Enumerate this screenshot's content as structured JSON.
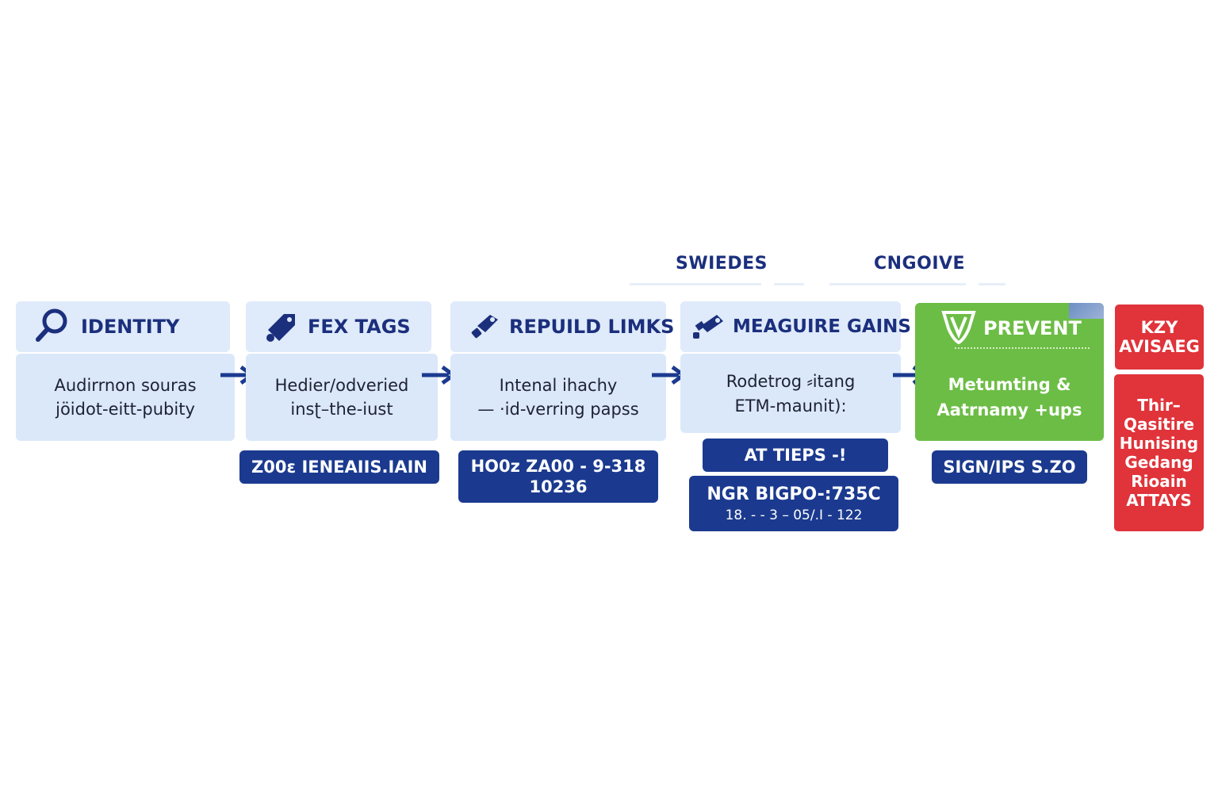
{
  "colors": {
    "navy": "#1b2f7d",
    "card_bg": "#dbe8fa",
    "badge_bg": "#1b3a8f",
    "prevent_green": "#6cbd45",
    "alert_red": "#e0333a"
  },
  "section_labels": {
    "left": "SWIEDES",
    "right": "CNGOIVE"
  },
  "steps": [
    {
      "icon": "magnifier-icon",
      "title": "IDENTITY",
      "lines": [
        "Audirrnon souras",
        "jöidot-eitt-pubity"
      ]
    },
    {
      "icon": "tag-icon",
      "title": "FEX TAGS",
      "lines": [
        "Hedier/odveried",
        "insʈ–the-iust"
      ]
    },
    {
      "icon": "link-icon",
      "title": "REPUILD LIMKS",
      "lines": [
        "Intenal ihachy",
        "— ·id-verring papss"
      ]
    },
    {
      "icon": "camera-icon",
      "title": "MEAGUIRE GAINS",
      "lines": [
        "Rodetrog ⸗itang",
        "ETM-maunit):"
      ]
    }
  ],
  "prevent": {
    "icon": "shield-icon",
    "title": "PREVENT",
    "lines": [
      "Metumting &",
      "Aatrnamy +ups"
    ]
  },
  "badges": {
    "fex_tags": [
      "Z00ɛ IENEAIIS.IAIN"
    ],
    "repuild": [
      "HO0z ZA00 - 9-318",
      "10236"
    ],
    "measure_top": [
      "AT TIEPS -!"
    ],
    "measure_bottom": [
      "NGR BIGPO-:735C",
      "18.  - - 3 – 05/.I - 122"
    ],
    "prevent": [
      "SIGN/IPS S.ZO"
    ]
  },
  "alerts": {
    "top": [
      "KZY",
      "AVISAEG"
    ],
    "bottom": [
      "Thir–",
      "Qasitire",
      "Hunising",
      "Gedang",
      "Rioain",
      "ATTAYS"
    ]
  }
}
